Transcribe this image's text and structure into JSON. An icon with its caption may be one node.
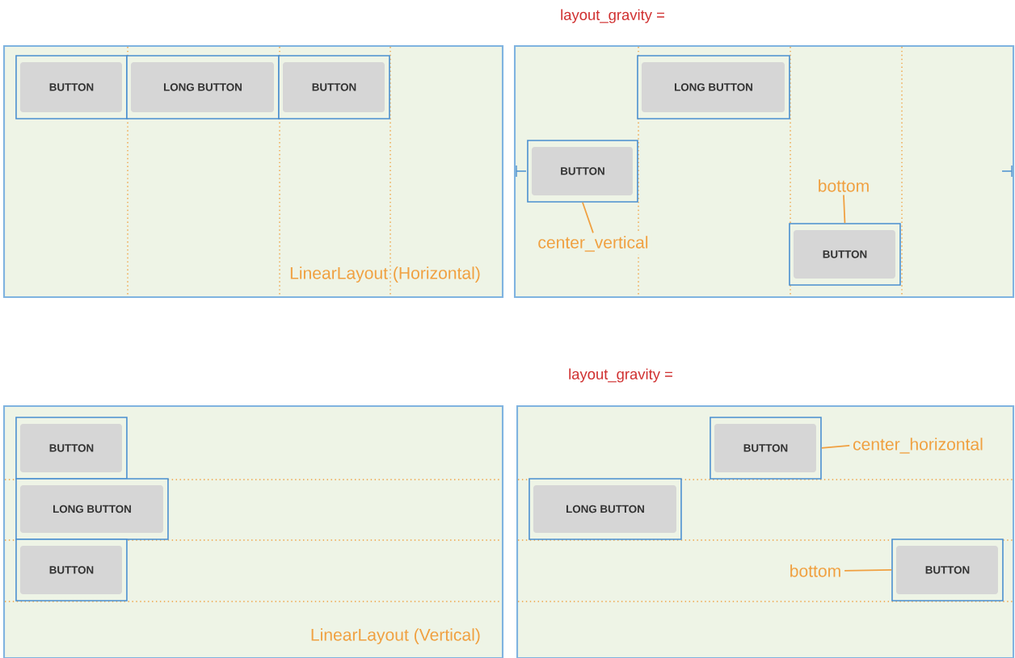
{
  "diagram": {
    "nodes": [
      {
        "text": [
          "LinearLayout (Horizontal)"
        ]
      },
      {
        "text": [
          "BUTTON"
        ],
        "in": 0
      },
      {
        "text": [
          "LONG BUTTON"
        ],
        "in": 0
      },
      {
        "text": [
          "BUTTON"
        ],
        "in": 0
      },
      {
        "text": [
          "layout_gravity ="
        ]
      },
      {
        "text": [
          "LONG BUTTON"
        ],
        "in": 4
      },
      {
        "text": [
          "BUTTON"
        ],
        "in": 4
      },
      {
        "text": [
          "BUTTON"
        ],
        "in": 4
      },
      {
        "text": [
          "center_vertical"
        ],
        "in": 4
      },
      {
        "text": [
          "bottom"
        ],
        "in": 4
      },
      {
        "text": [
          "LinearLayout (Vertical)"
        ]
      },
      {
        "text": [
          "BUTTON"
        ],
        "in": 10
      },
      {
        "text": [
          "LONG BUTTON"
        ],
        "in": 10
      },
      {
        "text": [
          "BUTTON"
        ],
        "in": 10
      },
      {
        "text": [
          "layout_gravity ="
        ]
      },
      {
        "text": [
          "BUTTON"
        ],
        "in": 14
      },
      {
        "text": [
          "LONG BUTTON"
        ],
        "in": 14
      },
      {
        "text": [
          "BUTTON"
        ],
        "in": 14
      },
      {
        "text": [
          "center_horizontal"
        ],
        "in": 14
      },
      {
        "text": [
          "bottom"
        ],
        "in": 14
      }
    ],
    "edges": [
      {
        "from": 8,
        "to": 6,
        "arrow": "none"
      },
      {
        "from": 9,
        "to": 7,
        "arrow": "none"
      },
      {
        "from": 18,
        "to": 15,
        "arrow": "none"
      },
      {
        "from": 19,
        "to": 17,
        "arrow": "none"
      }
    ]
  }
}
